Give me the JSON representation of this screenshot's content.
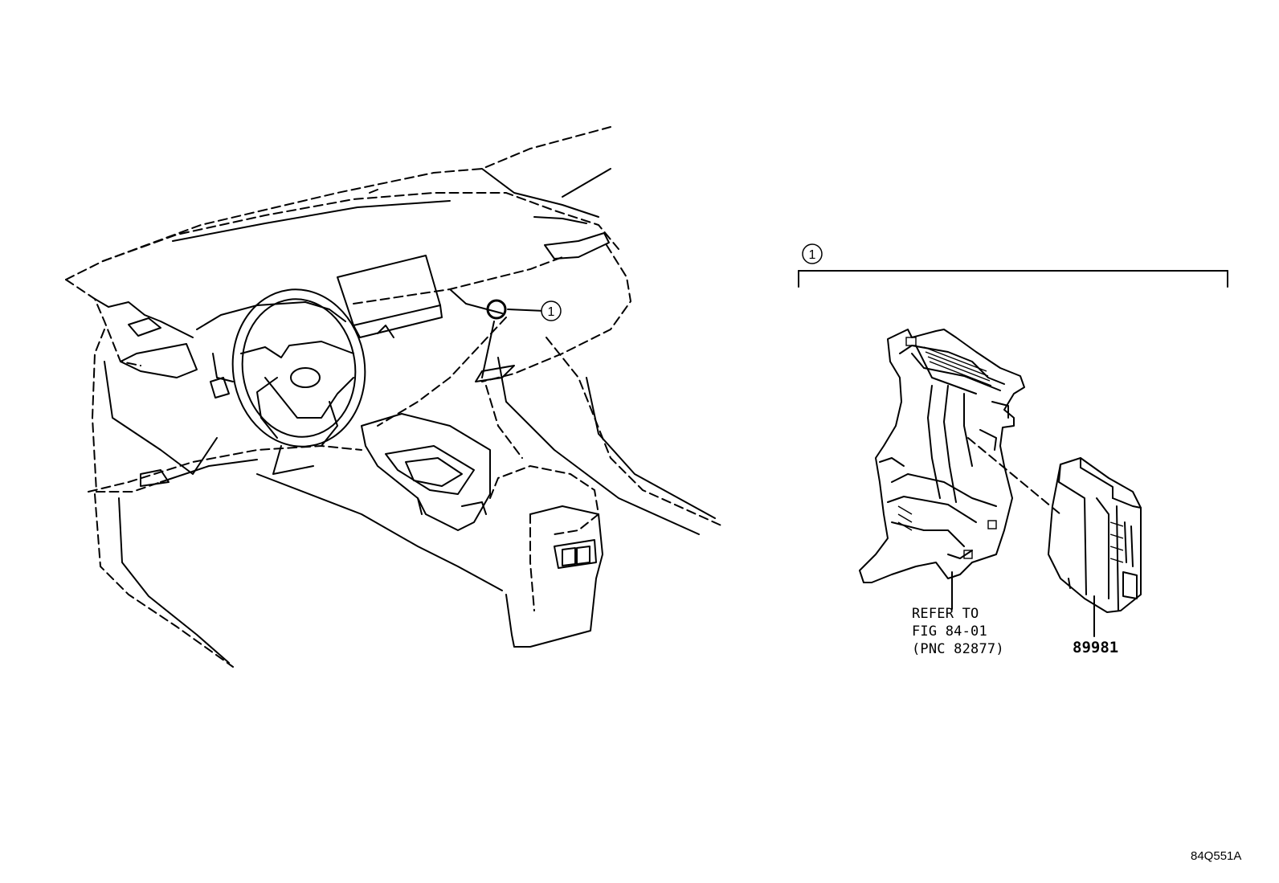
{
  "callout": {
    "ref_index": "1"
  },
  "bracket": {
    "ref_index": "1"
  },
  "parts": [
    {
      "part_number": "89981"
    }
  ],
  "reference_note": {
    "line1": "REFER TO",
    "line2": "FIG 84-01",
    "line3": "(PNC 82877)"
  },
  "illustration_code": "84Q551A"
}
